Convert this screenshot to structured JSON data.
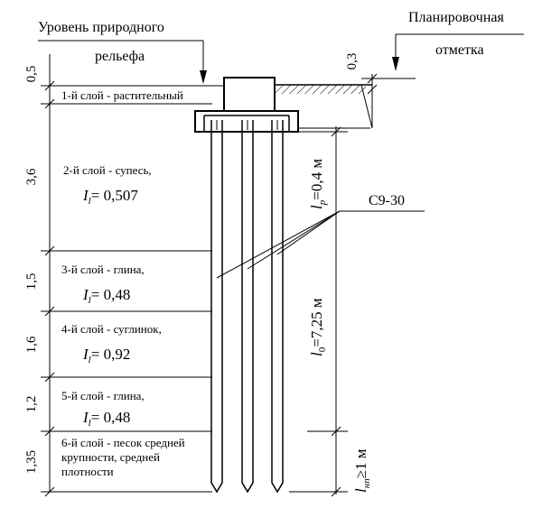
{
  "header": {
    "natural_relief_line1": "Уровень природного",
    "natural_relief_line2": "рельефа",
    "planning_mark_line1": "Планировочная",
    "planning_mark_line2": "отметка",
    "planning_offset": "0,3"
  },
  "layers": [
    {
      "thickness": "0,5",
      "name": "1-й слой - растительный"
    },
    {
      "thickness": "3,6",
      "name": "2-й слой - супесь,",
      "index_value": "= 0,507"
    },
    {
      "thickness": "1,5",
      "name": "3-й слой - глина,",
      "index_value": "= 0,48"
    },
    {
      "thickness": "1,6",
      "name": "4-й слой - суглинок,",
      "index_value": "= 0,92"
    },
    {
      "thickness": "1,2",
      "name": "5-й слой - глина,",
      "index_value": "= 0,48"
    },
    {
      "thickness": "1,35",
      "name_line1": "6-й слой - песок средней",
      "name_line2": "крупности, средней",
      "name_line3": "плотности"
    }
  ],
  "index_symbol": "I",
  "index_subscript": "l",
  "pile_label": "С9-30",
  "dimensions": {
    "lp": {
      "symbol": "l",
      "sub": "p",
      "value": "=0,4 м"
    },
    "l0": {
      "symbol": "l",
      "sub": "0",
      "value": "=7,25 м"
    },
    "lnp": {
      "symbol": "l",
      "sub": "нп",
      "value": "≥1 м"
    }
  }
}
